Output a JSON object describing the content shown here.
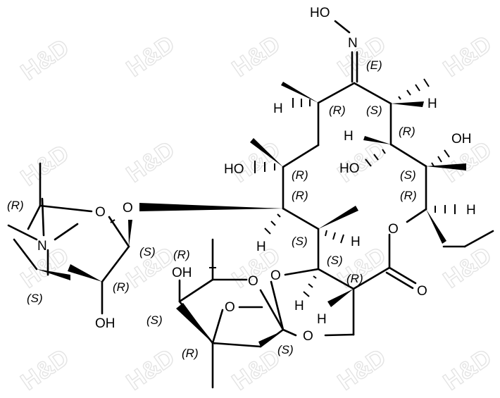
{
  "watermark": "H&D",
  "atoms": {
    "hydroxy_oxime": "HO",
    "oxime_n": "N",
    "c9_h": "H",
    "c10_h": "H",
    "c11_h": "H",
    "c11_oh": "HO",
    "c12_oh": "OH",
    "c6_oh": "HO",
    "c5_o": "O",
    "lactone_o": "O",
    "c13_h": "H",
    "c4_h": "H",
    "c3_h": "H",
    "carbonyl_o": "O",
    "c3_o": "O",
    "acetal_h": "H",
    "acetal_o": "O",
    "clad_o4": "OH",
    "clad_ring_o": "O",
    "clad_ome": "O",
    "des_ring_o": "O",
    "des_n": "N",
    "des_oh": "OH"
  },
  "stereo": {
    "oxime": "(E)",
    "c8": "(R)",
    "c10": "(S)",
    "c11": "(R)",
    "c12": "(S)",
    "c13": "(R)",
    "c6a": "(R)",
    "c6b": "(R)",
    "c4": "(S)",
    "c3": "(S)",
    "c2": "(R)",
    "des_c5": "(R)",
    "des_c3": "(S)",
    "des_c2": "(R)",
    "des_c1": "(S)",
    "clad_c5": "(R)",
    "clad_c4": "(S)",
    "clad_c3": "(R)",
    "clad_c1": "(S)"
  }
}
